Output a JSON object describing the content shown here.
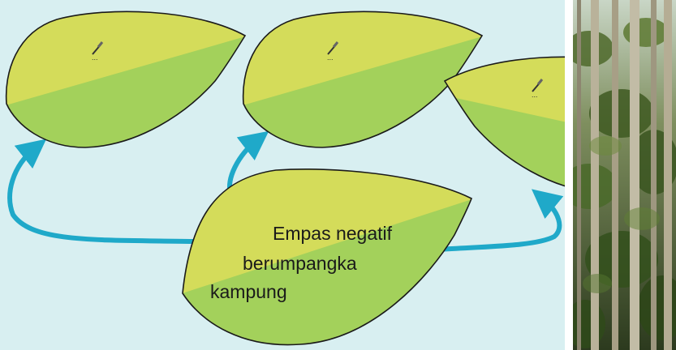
{
  "diagram": {
    "center_text_lines": [
      "Empas negatif",
      "berumpangka",
      "kampung"
    ],
    "leaf_icon": "pen-icon",
    "colors": {
      "background": "#d8eff1",
      "leaf_top": "#d4dc5a",
      "leaf_bottom": "#a3d15b",
      "leaf_outline": "#1a1a1a",
      "arrow": "#1fa9c9"
    }
  },
  "photo": {
    "subject": "forest-trees"
  }
}
